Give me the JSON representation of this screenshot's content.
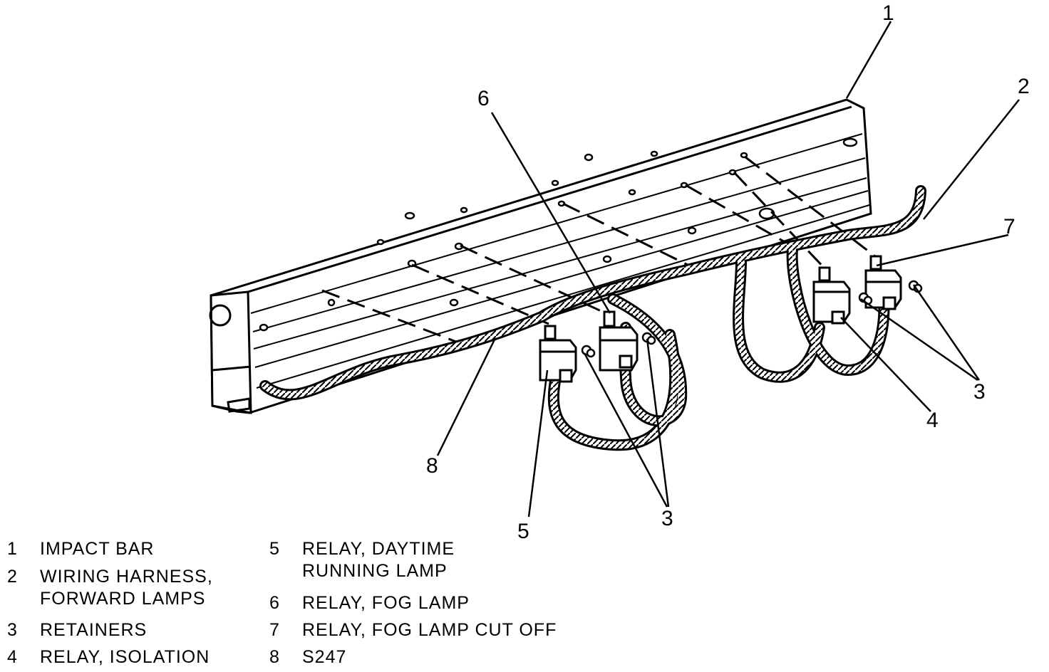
{
  "callouts": {
    "c1": "1",
    "c2": "2",
    "c3a": "3",
    "c3b": "3",
    "c4": "4",
    "c5": "5",
    "c6": "6",
    "c7": "7",
    "c8": "8"
  },
  "legend": [
    {
      "num": "1",
      "lines": [
        "IMPACT BAR"
      ]
    },
    {
      "num": "2",
      "lines": [
        "WIRING HARNESS,",
        "FORWARD LAMPS"
      ]
    },
    {
      "num": "3",
      "lines": [
        "RETAINERS"
      ]
    },
    {
      "num": "4",
      "lines": [
        "RELAY, ISOLATION"
      ]
    },
    {
      "num": "5",
      "lines": [
        "RELAY, DAYTIME",
        "RUNNING LAMP"
      ]
    },
    {
      "num": "6",
      "lines": [
        "RELAY, FOG LAMP"
      ]
    },
    {
      "num": "7",
      "lines": [
        "RELAY, FOG LAMP CUT OFF"
      ]
    },
    {
      "num": "8",
      "lines": [
        "S247"
      ]
    }
  ],
  "colors": {
    "ink": "#000000",
    "paper": "#ffffff"
  }
}
